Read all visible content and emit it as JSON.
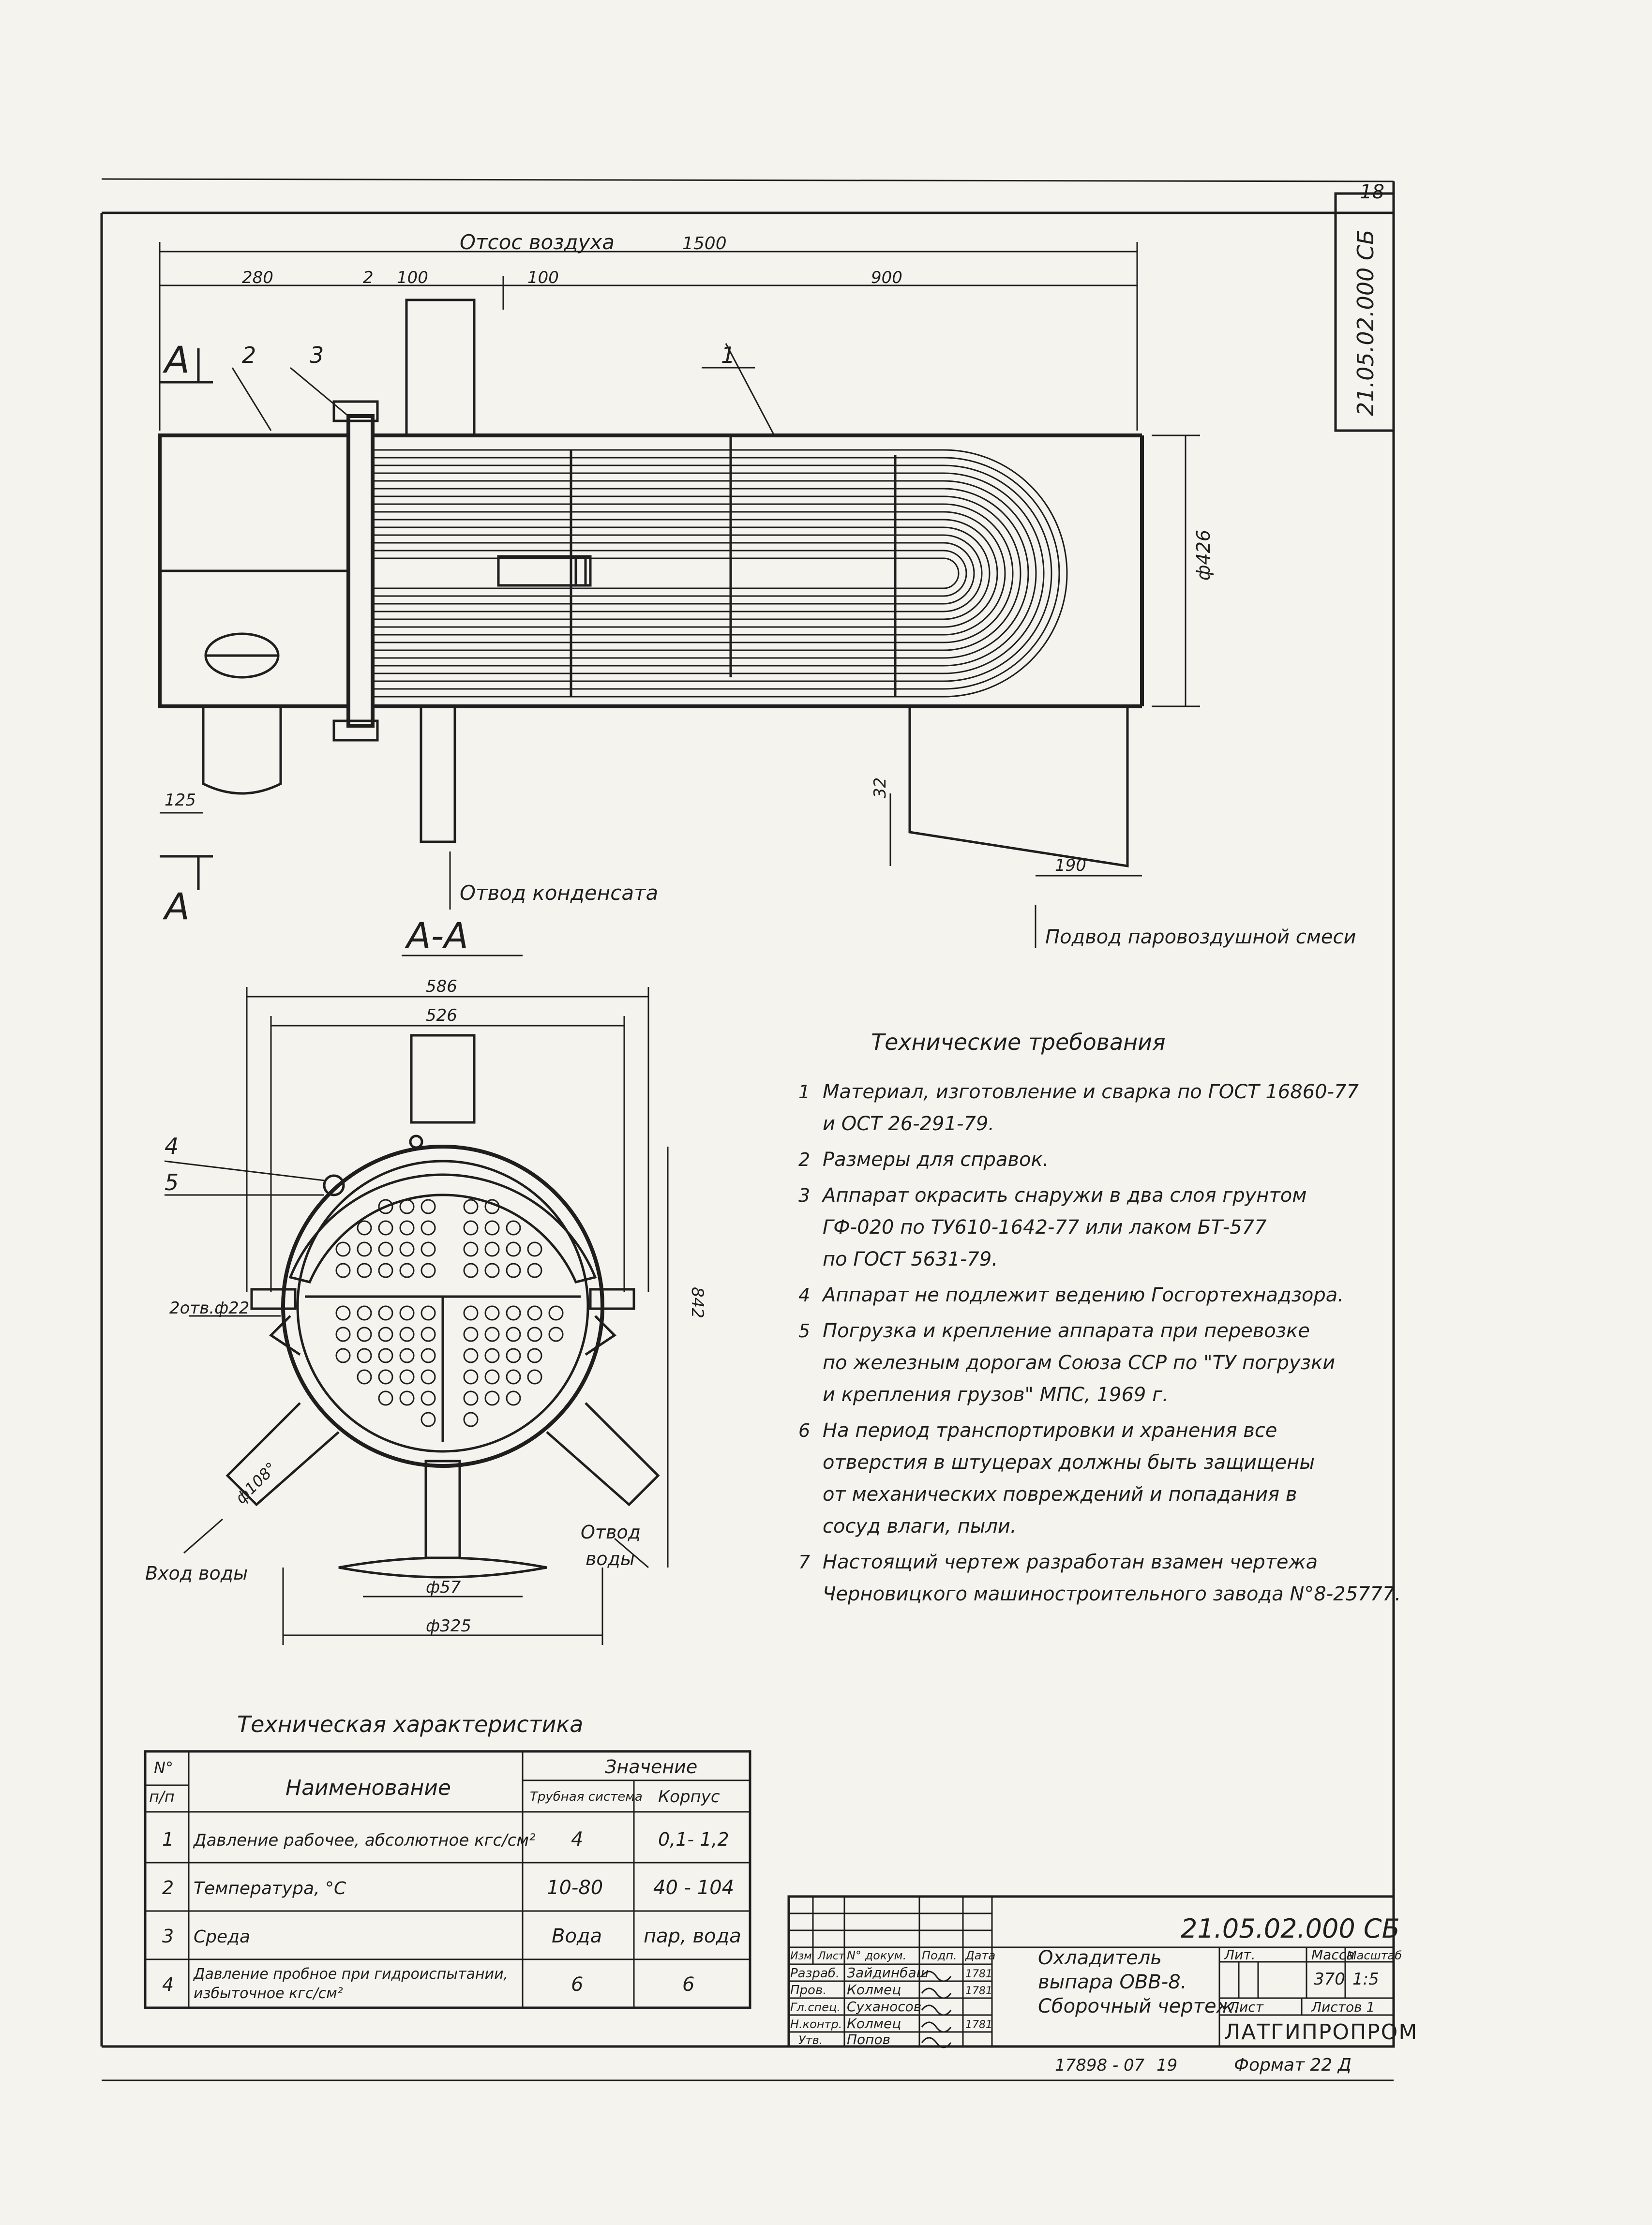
{
  "sheet_number": "18",
  "doc_code_vertical": "21.05.02.000 СБ",
  "main_view": {
    "label_air_vent": "Отсос воздуха",
    "label_condensate": "Отвод конденсата",
    "label_steam_air": "Подвод паровоздушной смеси",
    "section_marker": "А",
    "callouts": [
      "1",
      "2",
      "3"
    ],
    "dims": {
      "overall": "1500",
      "left": "280",
      "plate": "2",
      "nozzle_a": "100",
      "nozzle_b": "100",
      "tube_length": "900",
      "diameter": "ф426",
      "bottom_left": "125",
      "outlet_h": "32",
      "outlet_w": "190"
    }
  },
  "section_view": {
    "title": "А-А",
    "callouts": [
      "4",
      "5"
    ],
    "dims": {
      "outer_width": "586",
      "inner_width": "526",
      "height": "842",
      "holes": "2отв.ф22",
      "angle": "ф108°",
      "nozzle_d": "ф57",
      "shell_d": "ф325"
    },
    "label_water_in": "Вход воды",
    "label_water_out": "Отвод воды"
  },
  "requirements": {
    "title": "Технические требования",
    "items": [
      {
        "num": "1",
        "lines": [
          "Материал, изготовление и сварка по ГОСТ 16860-77",
          "и ОСТ 26-291-79."
        ]
      },
      {
        "num": "2",
        "lines": [
          "Размеры для справок."
        ]
      },
      {
        "num": "3",
        "lines": [
          "Аппарат окрасить снаружи в два слоя грунтом",
          "ГФ-020 по ТУ610-1642-77 или лаком БТ-577",
          "по ГОСТ 5631-79."
        ]
      },
      {
        "num": "4",
        "lines": [
          "Аппарат не подлежит ведению Госгортехнадзора."
        ]
      },
      {
        "num": "5",
        "lines": [
          "Погрузка и крепление аппарата при перевозке",
          "по железным дорогам Союза ССР по \"ТУ погрузки",
          "и крепления грузов\" МПС, 1969 г."
        ]
      },
      {
        "num": "6",
        "lines": [
          "На период транспортировки и хранения все",
          "отверстия в штуцерах должны быть защищены",
          "от механических повреждений и попадания в",
          "сосуд влаги, пыли."
        ]
      },
      {
        "num": "7",
        "lines": [
          "Настоящий чертеж разработан взамен чертежа",
          "Черновицкого машиностроительного завода N°8-25777."
        ]
      }
    ]
  },
  "spec_table": {
    "title": "Техническая характеристика",
    "col_num": "N° п/п",
    "col_name": "Наименование",
    "col_value": "Значение",
    "col_tube": "Трубная система",
    "col_shell": "Корпус",
    "rows": [
      {
        "num": "1",
        "name": "Давление рабочее, абсолютное кгс/см²",
        "tube": "4",
        "shell": "0,1- 1,2"
      },
      {
        "num": "2",
        "name": "Температура, °С",
        "tube": "10-80",
        "shell": "40 - 104"
      },
      {
        "num": "3",
        "name": "Среда",
        "tube": "Вода",
        "shell": "пар, вода"
      },
      {
        "num": "4",
        "name_lines": [
          "Давление пробное при гидроиспытании,",
          "избыточное кгс/см²"
        ],
        "tube": "6",
        "shell": "6"
      }
    ]
  },
  "title_block": {
    "code": "21.05.02.000 СБ",
    "name_lines": [
      "Охладитель",
      "выпара ОВВ-8.",
      "Сборочный чертеж."
    ],
    "head_izm": "Изм",
    "head_list": "Лист",
    "head_doc": "N° докум.",
    "head_sign": "Подп.",
    "head_date": "Дата",
    "roles": [
      "Разраб.",
      "Пров.",
      "",
      "Гл.спец.",
      "Н.контр.",
      "Утв."
    ],
    "names": [
      "Зайдинбаш",
      "Колмец",
      "",
      "Суханосов",
      "Колмец",
      "Попов"
    ],
    "dates": [
      "1781",
      "1781",
      "",
      "",
      "1781",
      ""
    ],
    "col_lit": "Лит.",
    "col_mass": "Масса",
    "col_scale": "Масштаб",
    "mass": "370",
    "scale": "1:5",
    "sheet_label": "Лист",
    "sheets_label": "Листов 1",
    "org": "ЛАТГИПРОПРОМ"
  },
  "footer": {
    "order": "17898 - 07",
    "page": "19",
    "format": "Формат 22 Д"
  }
}
